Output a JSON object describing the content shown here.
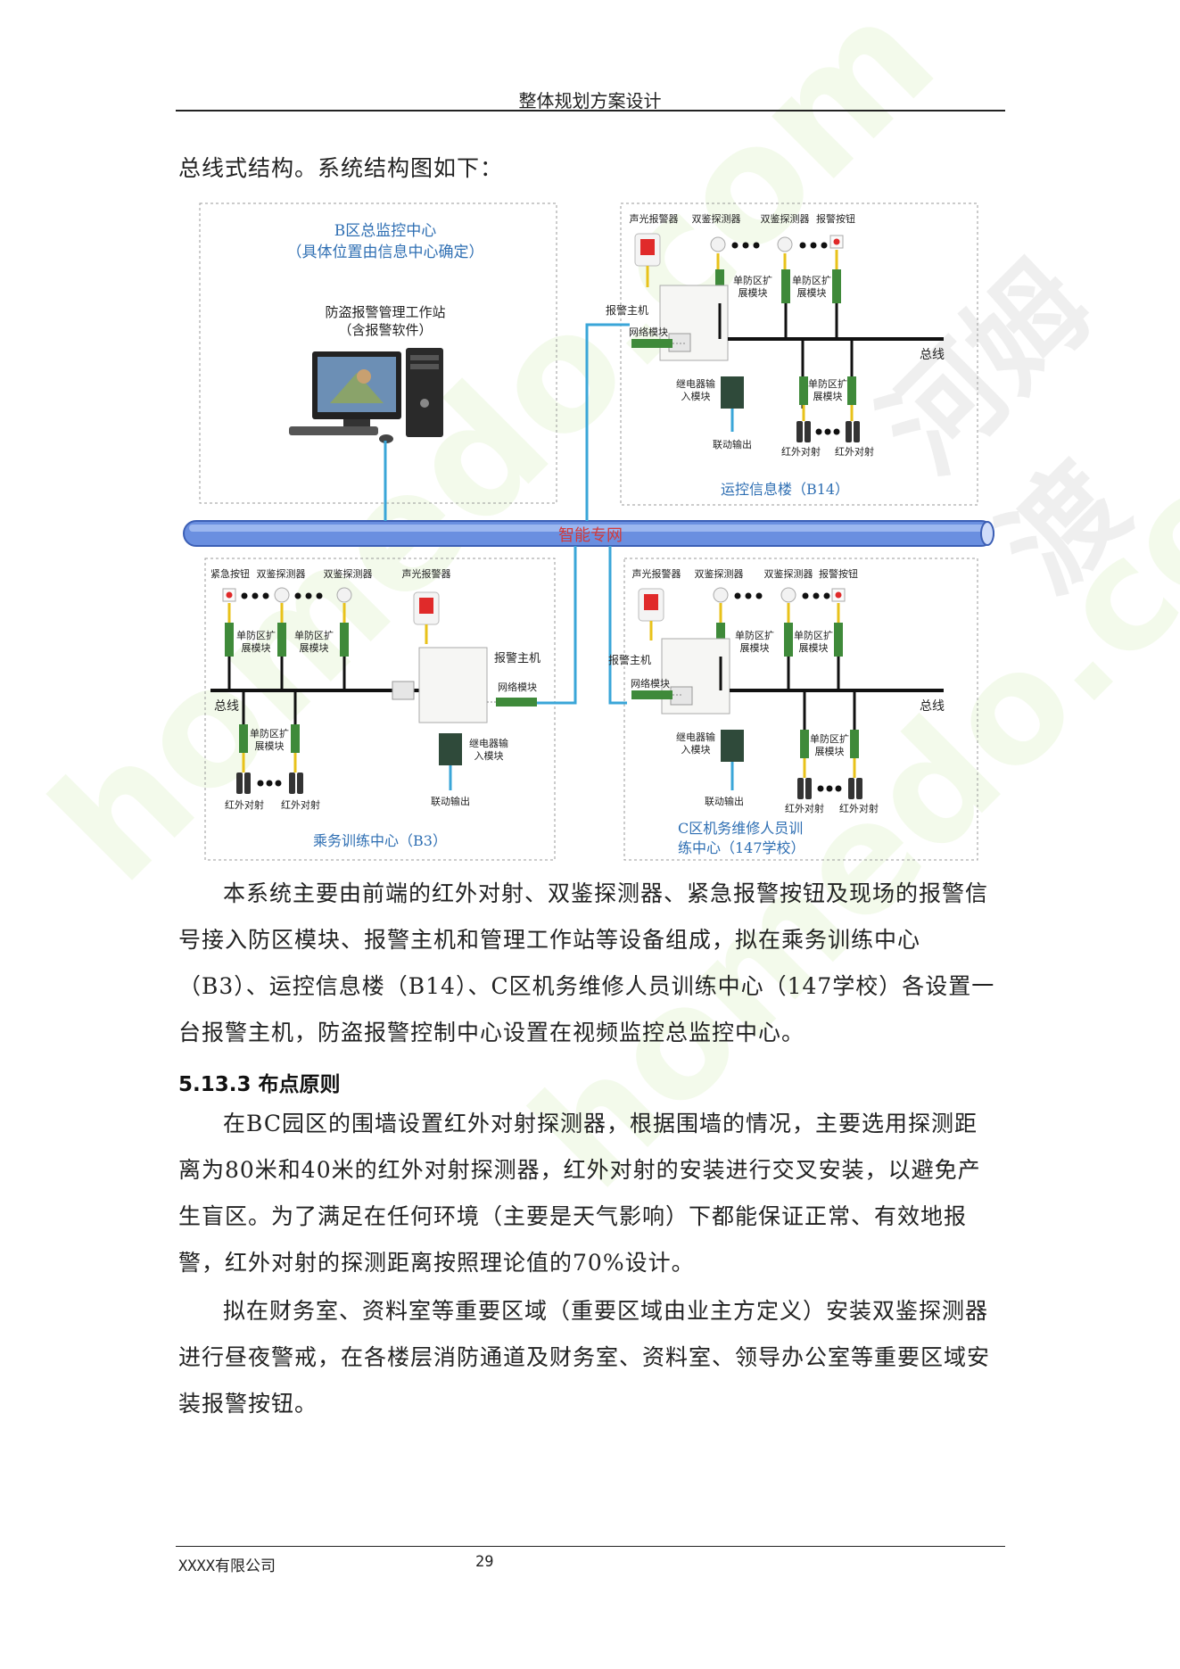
{
  "header": {
    "title": "整体规划方案设计"
  },
  "intro_text": "总线式结构。系统结构图如下：",
  "diagram": {
    "network_label": "智能专网",
    "center_title_line1": "B区总监控中心",
    "center_title_line2": "（具体位置由信息中心确定）",
    "workstation_line1": "防盗报警管理工作站",
    "workstation_line2": "（含报警软件）",
    "b14": {
      "device_labels": [
        "声光报警器",
        "双鉴探测器",
        "双鉴探测器",
        "报警按钮"
      ],
      "host_label": "报警主机",
      "network_module": "网络模块",
      "expansion_1": [
        "单防区扩",
        "展模块"
      ],
      "expansion_2": [
        "单防区扩",
        "展模块"
      ],
      "expansion_3": [
        "单防区扩",
        "展模块"
      ],
      "bus_label": "总线",
      "relay_line1": "继电器输",
      "relay_line2": "入模块",
      "linkage_output": "联动输出",
      "ir_1": "红外对射",
      "ir_2": "红外对射",
      "name": "运控信息楼（B14）"
    },
    "b3": {
      "device_labels": [
        "紧急按钮",
        "双鉴探测器",
        "双鉴探测器",
        "声光报警器"
      ],
      "host_label": "报警主机",
      "network_module": "网络模块",
      "expansion_1": [
        "单防区扩",
        "展模块"
      ],
      "expansion_2": [
        "单防区扩",
        "展模块"
      ],
      "expansion_3": [
        "单防区扩",
        "展模块"
      ],
      "bus_label": "总线",
      "relay_line1": "继电器输",
      "relay_line2": "入模块",
      "linkage_output": "联动输出",
      "ir_1": "红外对射",
      "ir_2": "红外对射",
      "name": "乘务训练中心（B3）"
    },
    "c147": {
      "device_labels": [
        "声光报警器",
        "双鉴探测器",
        "双鉴探测器",
        "报警按钮"
      ],
      "host_label": "报警主机",
      "network_module": "网络模块",
      "expansion_1": [
        "单防区扩",
        "展模块"
      ],
      "expansion_2": [
        "单防区扩",
        "展模块"
      ],
      "expansion_3": [
        "单防区扩",
        "展模块"
      ],
      "bus_label": "总线",
      "relay_line1": "继电器输",
      "relay_line2": "入模块",
      "linkage_output": "联动输出",
      "ir_1": "红外对射",
      "ir_2": "红外对射",
      "name_line1": "C区机务维修人员训",
      "name_line2": "练中心（147学校）"
    }
  },
  "body": {
    "para1": "本系统主要由前端的红外对射、双鉴探测器、紧急报警按钮及现场的报警信号接入防区模块、报警主机和管理工作站等设备组成，拟在乘务训练中心（B3）、运控信息楼（B14）、C区机务维修人员训练中心（147学校）各设置一台报警主机，防盗报警控制中心设置在视频监控总监控中心。",
    "heading": "5.13.3 布点原则",
    "para2": "在BC园区的围墙设置红外对射探测器，根据围墙的情况，主要选用探测距离为80米和40米的红外对射探测器，红外对射的安装进行交叉安装，以避免产生盲区。为了满足在任何环境（主要是天气影响）下都能保证正常、有效地报警，红外对射的探测距离按照理论值的70%设计。",
    "para3": "拟在财务室、资料室等重要区域（重要区域由业主方定义）安装双鉴探测器进行昼夜警戒，在各楼层消防通道及财务室、资料室、领导办公室等重要区域安装报警按钮。"
  },
  "footer": {
    "company": "XXXX有限公司",
    "page_number": "29"
  },
  "watermark": {
    "text": "homedo.com",
    "brand": "河姆渡"
  },
  "colors": {
    "network_pipe": "#5a7ed6",
    "link_line": "#3aa6d8",
    "bus": "#111111",
    "label_blue": "#2f6fb3",
    "network_text": "#d23a3a",
    "watermark": "#e9f6d6"
  }
}
